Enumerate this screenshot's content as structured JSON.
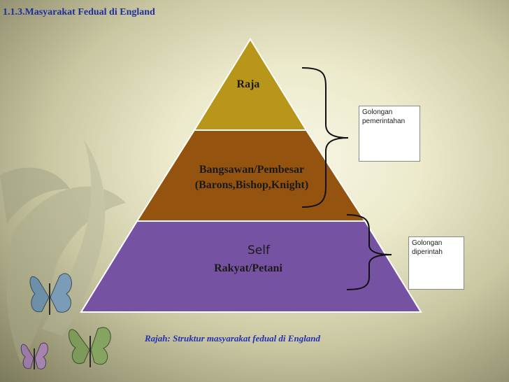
{
  "slide": {
    "title": "1.1.3.Masyarakat Fedual di England",
    "caption": "Rajah: Struktur masyarakat fedual di England"
  },
  "pyramid": {
    "tiers": [
      {
        "lines": [
          "Raja"
        ],
        "color": "#b8961a"
      },
      {
        "lines": [
          "Bangsawan/Pembesar",
          "(Barons,Bishop,Knight)"
        ],
        "color": "#94540f"
      },
      {
        "lines": [
          "Self",
          "Rakyat/Petani"
        ],
        "color": "#7652a3"
      }
    ]
  },
  "groups": {
    "ruling": "Golongan pemerintahan",
    "ruled": "Golongan diperintah"
  },
  "colors": {
    "title_text": "#1f2fa0",
    "caption_text": "#2431b0",
    "tier_border": "#ffffff"
  }
}
